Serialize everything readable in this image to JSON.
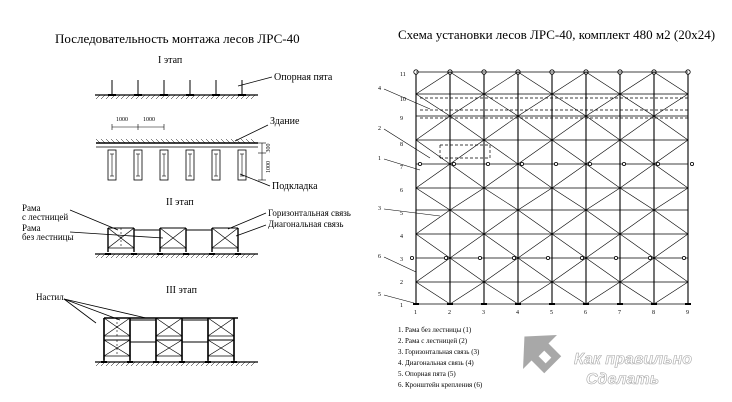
{
  "left_title": "Последовательность монтажа лесов ЛРС-40",
  "right_title": "Схема установки лесов ЛРС-40, комплект 480 м2 (20х24)",
  "stage1": {
    "title": "I этап",
    "label_base": "Опорная пята",
    "label_building": "Здание",
    "label_pad": "Подкладка",
    "dim_1000_a": "1000",
    "dim_1000_b": "1000",
    "dim_300": "300",
    "dim_1000_v": "1000"
  },
  "stage2": {
    "title": "II этап",
    "label_frame_ladder_1": "Рама",
    "label_frame_ladder_2": "с лестницей",
    "label_frame_noladder_1": "Рама",
    "label_frame_noladder_2": "без лестницы",
    "label_horizontal": "Горизонтальная связь",
    "label_diagonal": "Диагональная связь"
  },
  "stage3": {
    "title": "III этап",
    "label_deck": "Настил"
  },
  "scheme": {
    "row_numbers": [
      "11",
      "10",
      "9",
      "8",
      "7",
      "6",
      "5",
      "4",
      "3",
      "2",
      "1"
    ],
    "col_numbers": [
      "1",
      "2",
      "3",
      "4",
      "5",
      "6",
      "7",
      "8",
      "9"
    ],
    "callouts": [
      "4",
      "2",
      "1",
      "3",
      "6",
      "5"
    ]
  },
  "legend": [
    "1. Рама без лестницы (1)",
    "2. Рама с лестницей (2)",
    "3. Горизонтальная связь (3)",
    "4. Диагональная связь (4)",
    "5. Опорная пята (5)",
    "6. Кронштейн крепления (6)"
  ],
  "watermark": {
    "line1": "Как правильно",
    "line2": "Сделать"
  }
}
